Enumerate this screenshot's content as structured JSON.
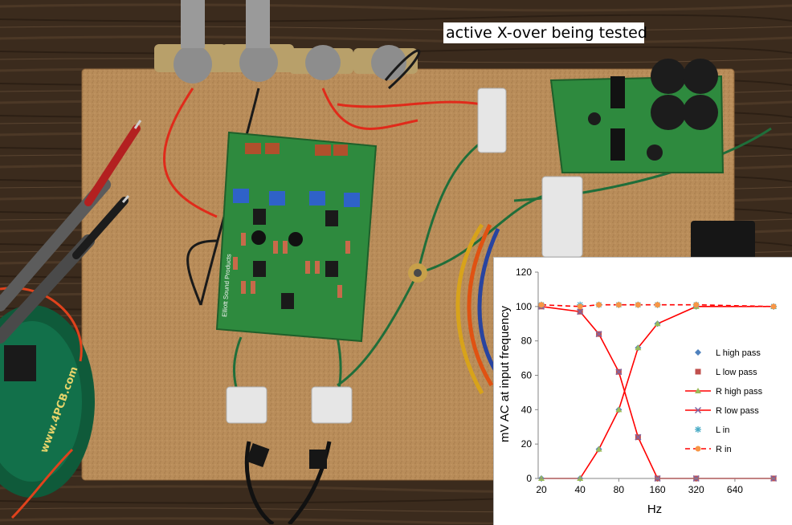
{
  "caption": "active X-over being tested",
  "pcb_labels": {
    "logo": "www.4PCB.com",
    "board_maker": "Elliott Sound Products"
  },
  "colors": {
    "red_series": "#ff0000",
    "white_series": "#ffffff",
    "blue_marker": "#4f81bd",
    "dark_red_marker": "#c0504d",
    "green_marker": "#9bbb59",
    "purple_marker": "#8064a2",
    "cyan_marker": "#4bacc6",
    "orange_marker": "#f79646"
  },
  "chart_data": {
    "type": "line",
    "xlabel": "Hz",
    "ylabel": "mV AC at input frequency",
    "x": [
      20,
      40,
      56,
      80,
      113,
      160,
      320,
      1280
    ],
    "x_tick_labels": [
      "20",
      "40",
      "80",
      "160",
      "320",
      "640"
    ],
    "x_scale": "log2",
    "ylim": [
      0,
      120
    ],
    "y_ticks": [
      "0",
      "20",
      "40",
      "60",
      "80",
      "100",
      "120"
    ],
    "grid": false,
    "legend_position": "right",
    "series": [
      {
        "name": "L high pass",
        "values": [
          0,
          0,
          17,
          40,
          76,
          90,
          100,
          100
        ],
        "line": "white",
        "marker": "diamond",
        "marker_color": "#4f81bd"
      },
      {
        "name": "L low pass",
        "values": [
          100,
          97,
          84,
          62,
          24,
          0,
          0,
          0
        ],
        "line": "white",
        "marker": "square",
        "marker_color": "#c0504d"
      },
      {
        "name": "R high pass",
        "values": [
          0,
          0,
          17,
          40,
          76,
          90,
          100,
          100
        ],
        "line": "red",
        "marker": "triangle",
        "marker_color": "#9bbb59"
      },
      {
        "name": "R low pass",
        "values": [
          100,
          97,
          84,
          62,
          24,
          0,
          0,
          0
        ],
        "line": "red",
        "marker": "x",
        "marker_color": "#8064a2"
      },
      {
        "name": "L in",
        "values": [
          101,
          101,
          101,
          101,
          101,
          101,
          101,
          100
        ],
        "line": "white-dashed",
        "marker": "star",
        "marker_color": "#4bacc6"
      },
      {
        "name": "R in",
        "values": [
          101,
          100,
          101,
          101,
          101,
          101,
          101,
          100
        ],
        "line": "red-dashed",
        "marker": "circle",
        "marker_color": "#f79646"
      }
    ]
  }
}
